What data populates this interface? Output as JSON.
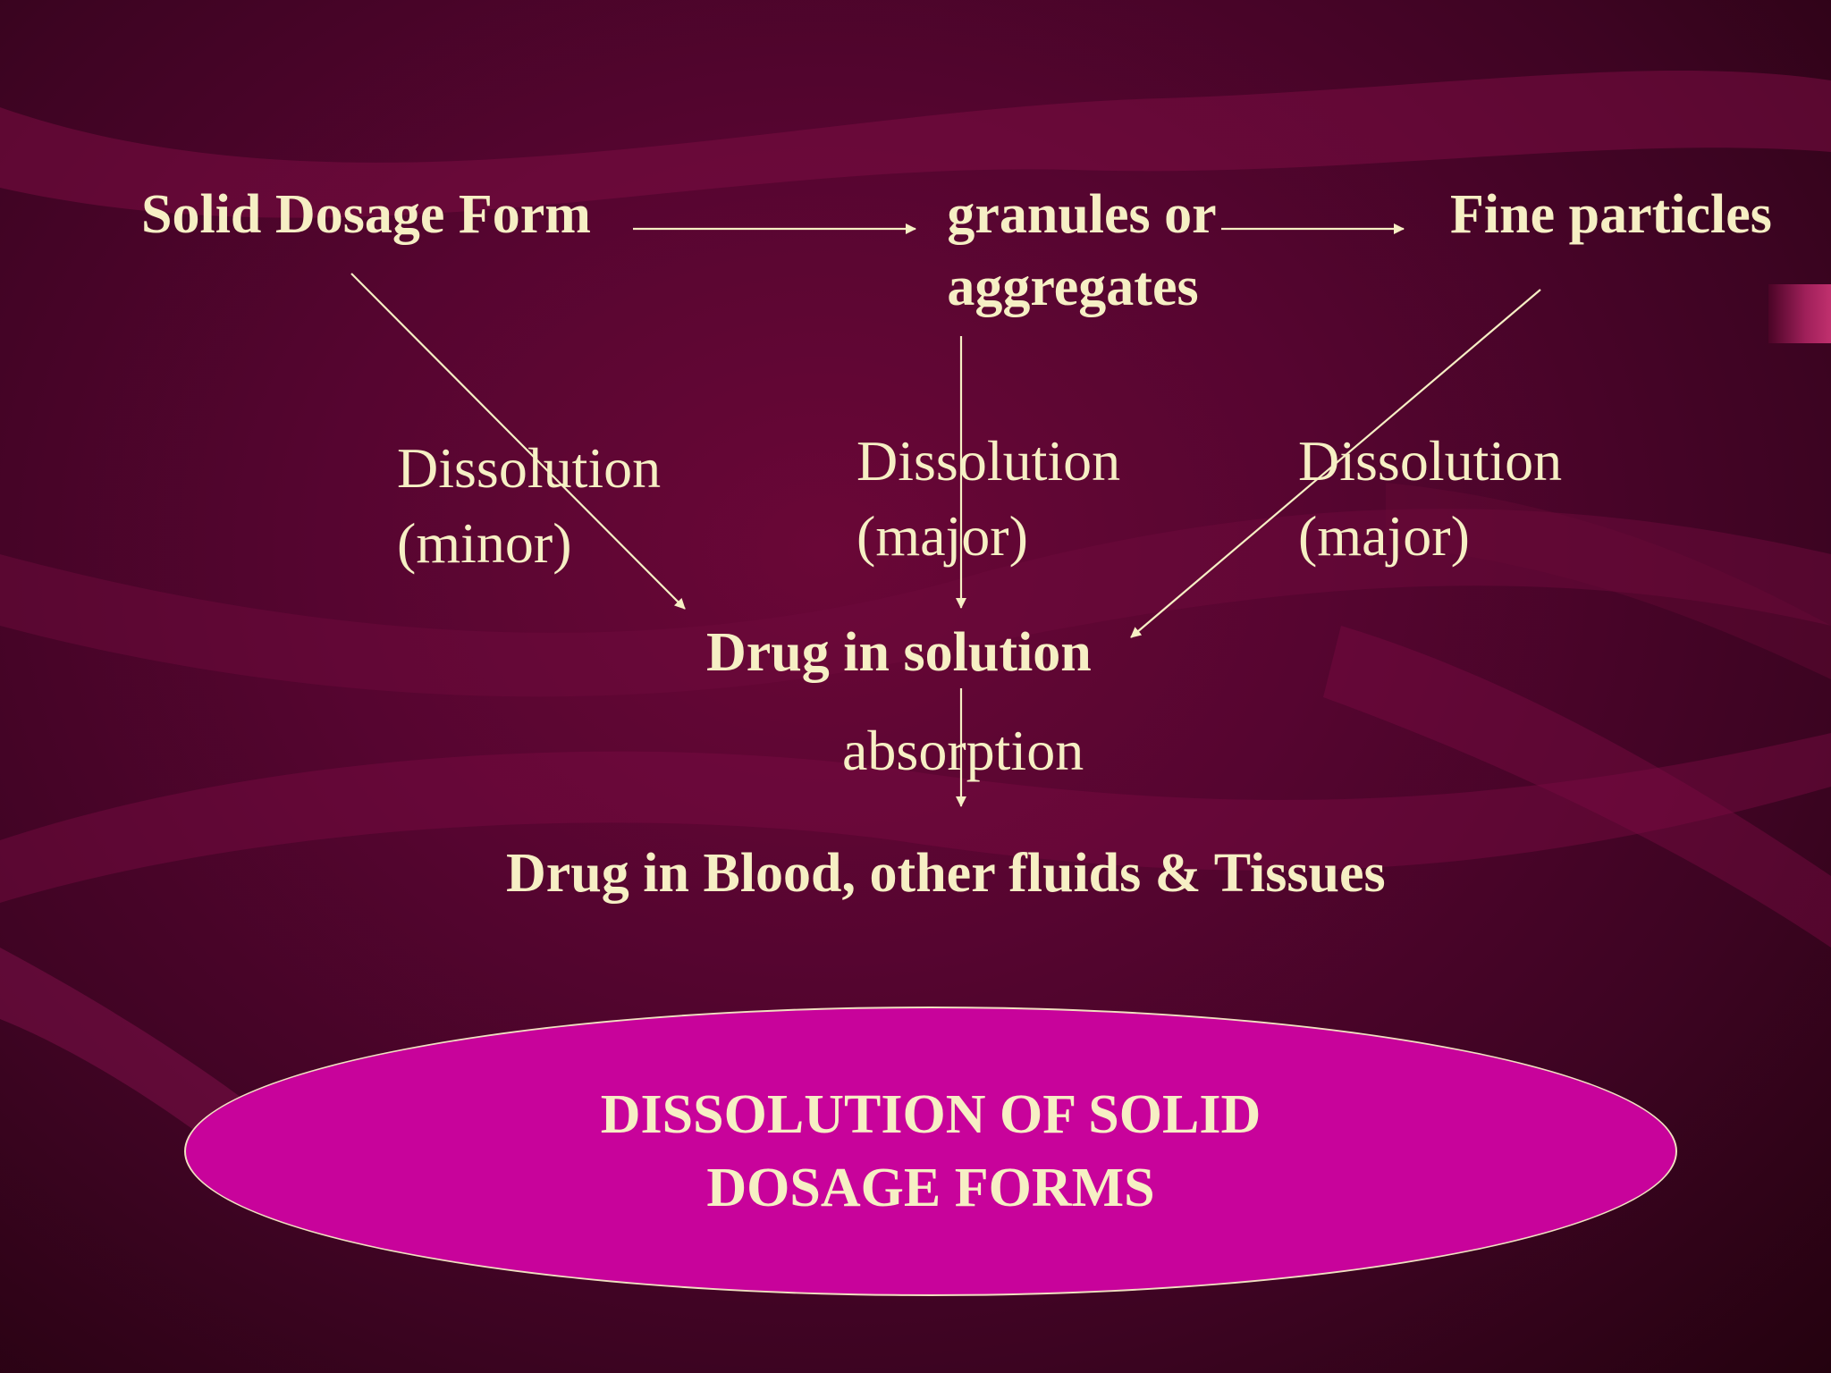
{
  "nodes": {
    "solid_dosage_form": "Solid Dosage Form",
    "granules_line1": "granules or",
    "granules_line2": "aggregates",
    "fine_particles": "Fine particles",
    "drug_in_solution": "Drug in solution",
    "drug_in_blood": "Drug in Blood, other fluids & Tissues"
  },
  "edge_labels": {
    "left_line1": "Dissolution",
    "left_line2": "(minor)",
    "middle_line1": "Dissolution",
    "middle_line2": "(major)",
    "right_line1": "Dissolution",
    "right_line2": "(major)",
    "absorption": "absorption"
  },
  "banner": {
    "line1": "DISSOLUTION OF SOLID",
    "line2": "DOSAGE FORMS"
  },
  "colors": {
    "text": "#f6efc4",
    "background": "#560530",
    "banner_fill": "#c8039b"
  }
}
